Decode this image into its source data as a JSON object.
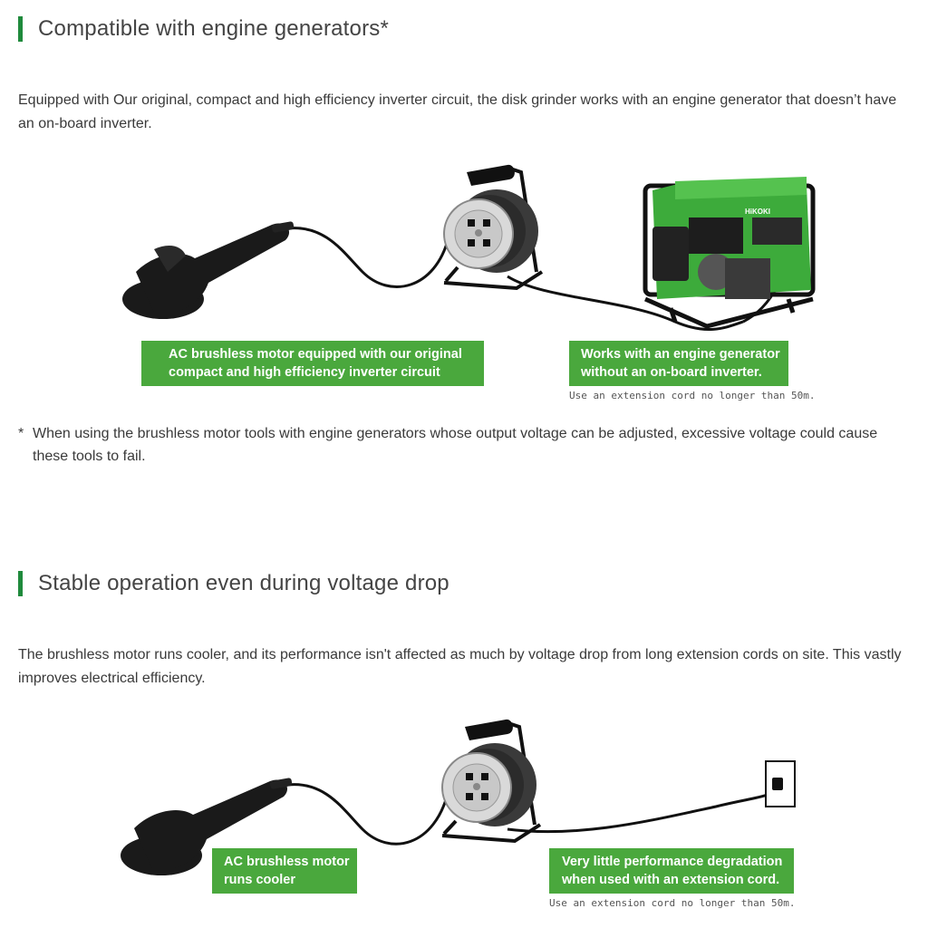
{
  "section1": {
    "title": "Compatible with engine generators*",
    "paragraph": "Equipped with Our original, compact and high efficiency inverter circuit, the disk grinder works with an engine generator that doesn’t have an on-board inverter.",
    "label_left_line1": "AC brushless motor equipped with our original",
    "label_left_line2": "compact  and high efficiency inverter circuit",
    "label_right_line1": "Works with an engine generator",
    "label_right_line2": "without an on-board inverter.",
    "cord_note": "Use an extension cord no longer than 50m.",
    "generator_brand": "HiKOKI",
    "footnote_mark": "*",
    "footnote": "When using the brushless motor tools with engine generators whose output voltage can be adjusted, excessive voltage could cause these tools to fail."
  },
  "section2": {
    "title": "Stable operation even during voltage drop",
    "paragraph": "The brushless motor runs cooler, and its performance isn't affected as much by voltage drop from long extension cords on site. This vastly improves electrical efficiency.",
    "label_left_line1": "AC brushless motor",
    "label_left_line2": "runs cooler",
    "label_right_line1": "Very little performance degradation",
    "label_right_line2": "when used with an extension cord.",
    "cord_note": "Use an extension cord no longer than 50m."
  },
  "colors": {
    "accent": "#1f8a3c",
    "label_green": "#4aa83d",
    "generator_green": "#3dab3b"
  }
}
